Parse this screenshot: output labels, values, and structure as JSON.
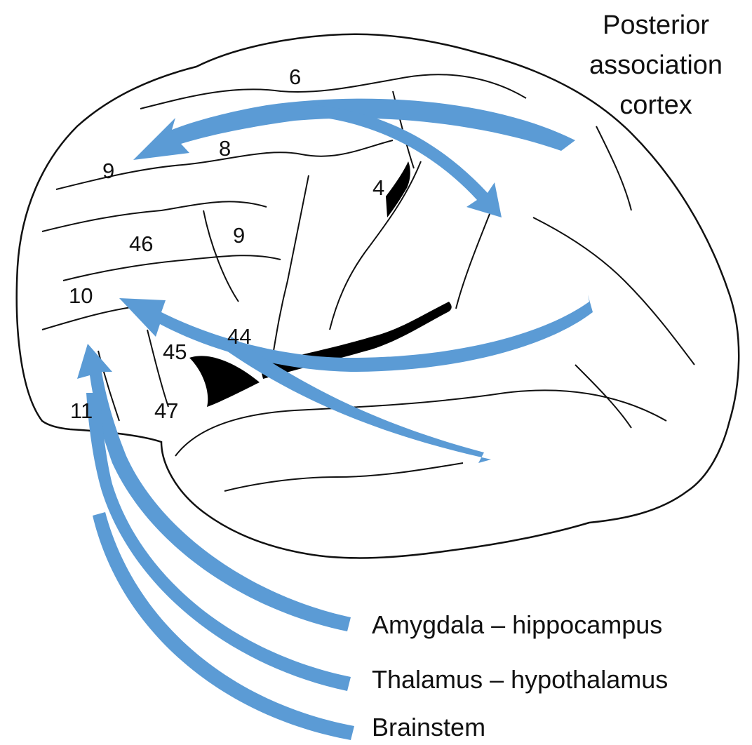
{
  "diagram": {
    "posterior_label": {
      "line1": "Posterior",
      "line2": "association",
      "line3": "cortex"
    },
    "area_labels": {
      "a6": "6",
      "a8": "8",
      "a9_top": "9",
      "a9_mid": "9",
      "a4": "4",
      "a46": "46",
      "a10": "10",
      "a44": "44",
      "a45": "45",
      "a11": "11",
      "a47": "47"
    },
    "sources": {
      "amygdala": "Amygdala – hippocampus",
      "thalamus": "Thalamus – hypothalamus",
      "brainstem": "Brainstem"
    },
    "colors": {
      "arrow": "#5b9bd5",
      "outline": "#111111",
      "sulcus_fill": "#000000",
      "background": "#ffffff"
    }
  }
}
